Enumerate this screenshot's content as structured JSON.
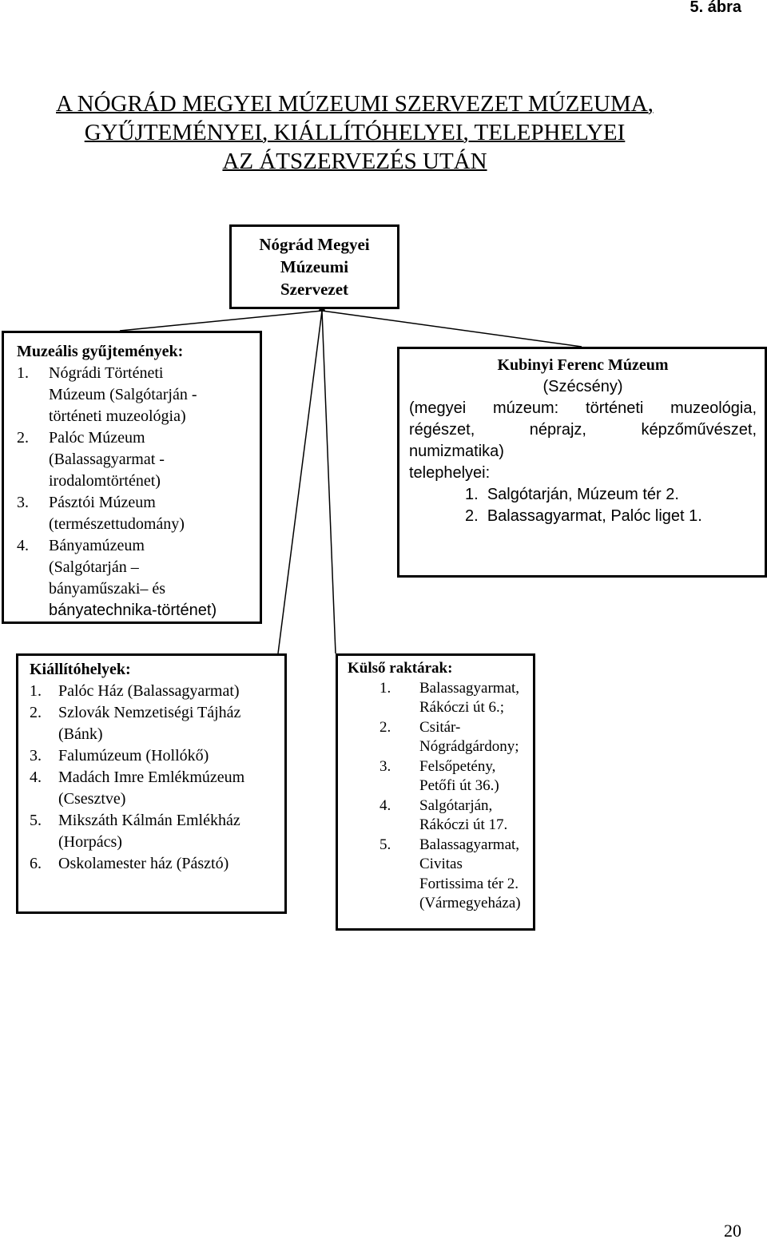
{
  "figure_label": "5. ábra",
  "title_lines": [
    "A NÓGRÁD MEGYEI MÚZEUMI SZERVEZET MÚZEUMA,",
    "GYŰJTEMÉNYEI, KIÁLLÍTÓHELYEI, TELEPHELYEI",
    "AZ ÁTSZERVEZÉS UTÁN"
  ],
  "root": {
    "lines": [
      "Nógrád Megyei",
      "Múzeumi",
      "Szervezet"
    ]
  },
  "collections": {
    "title": "Muzeális gyűjtemények:",
    "items": [
      {
        "num": "1.",
        "lines": [
          "Nógrádi Történeti",
          "Múzeum (Salgótarján -",
          "történeti muzeológia)"
        ]
      },
      {
        "num": "2.",
        "lines": [
          "Palóc Múzeum",
          "(Balassagyarmat -",
          "irodalomtörténet)"
        ]
      },
      {
        "num": "3.",
        "lines": [
          "Pásztói Múzeum",
          "(természettudomány)"
        ]
      },
      {
        "num": "4.",
        "lines": [
          "Bányamúzeum",
          "(Salgótarján –",
          "bányaműszaki– és",
          "bányatechnika-történet)"
        ]
      }
    ]
  },
  "kubinyi": {
    "title": "Kubinyi Ferenc Múzeum",
    "subtitle": "(Szécsény)",
    "desc_line1": "(megyei múzeum: történeti muzeológia,",
    "desc_line2": "régészet, néprajz, képzőművészet,",
    "desc_line3": "numizmatika)",
    "sites_label": "telephelyei:",
    "sites": [
      {
        "num": "1.",
        "text": "Salgótarján, Múzeum tér 2."
      },
      {
        "num": "2.",
        "text": "Balassagyarmat, Palóc liget 1."
      }
    ]
  },
  "exhibitions": {
    "title": "Kiállítóhelyek:",
    "items": [
      {
        "num": "1.",
        "lines": [
          "Palóc Ház (Balassagyarmat)"
        ]
      },
      {
        "num": "2.",
        "lines": [
          "Szlovák Nemzetiségi Tájház",
          "(Bánk)"
        ]
      },
      {
        "num": "3.",
        "lines": [
          "Falumúzeum (Hollókő)"
        ]
      },
      {
        "num": "4.",
        "lines": [
          "Madách Imre Emlékmúzeum",
          "(Csesztve)"
        ]
      },
      {
        "num": "5.",
        "lines": [
          "Mikszáth Kálmán Emlékház",
          "(Horpács)"
        ]
      },
      {
        "num": "6.",
        "lines": [
          "Oskolamester ház (Pásztó)"
        ]
      }
    ]
  },
  "storage": {
    "title": "Külső raktárak:",
    "items": [
      {
        "num": "1.",
        "lines": [
          "Balassagyarmat,",
          "Rákóczi út 6.;"
        ]
      },
      {
        "num": "2.",
        "lines": [
          "Csitár-",
          "Nógrádgárdony;"
        ]
      },
      {
        "num": "3.",
        "lines": [
          "Felsőpetény,",
          "Petőfi út 36.)"
        ]
      },
      {
        "num": "4.",
        "lines": [
          "Salgótarján,",
          "Rákóczi út 17."
        ]
      },
      {
        "num": "5.",
        "lines": [
          "Balassagyarmat,",
          "Civitas",
          "Fortissima tér 2.",
          "(Vármegyeháza)"
        ]
      }
    ]
  },
  "page_number": "20"
}
